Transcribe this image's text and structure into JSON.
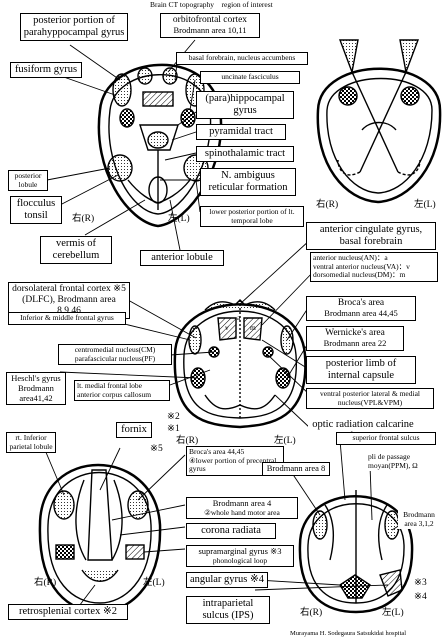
{
  "header": "Brain CT topography　region of interest",
  "footer": "Murayama H. Sodegaura Satsukidai hospital",
  "labels": {
    "parahippo_post": "posterior portion of parahyppocampal gyrus",
    "orbitofrontal": "orbitofrontal cortex",
    "orbitofrontal_ba": "Brodmann area 10,11",
    "fusiform": "fusiform gyrus",
    "basal_forebrain": "basal forebrain, nucleus accumbens",
    "uncinate": "uncinate fasciculus",
    "parahippo": "(para)hippocampal gyrus",
    "pyramidal": "pyramidal tract",
    "spinothalamic": "spinothalamic tract",
    "post_lobule": "posterior lobule",
    "n_ambiguus": "N. ambiguus reticular formation",
    "flocculus": "flocculus tonsil",
    "lower_post_temporal": "lower posterior portion of lt. temporal lobe",
    "vermis": "vermis of cerebellum",
    "ant_lobule": "anterior lobule",
    "ant_cingulate": "anterior cingulate gyrus, basal forebrain",
    "thal_nuclei_1": "anterior nucleus(AN)：a",
    "thal_nuclei_2": "ventral anterior nucleus(VA)：v",
    "thal_nuclei_3": "dorsomedial nucleus(DM)：m",
    "dlpfc": "dorsolateral frontal cortex ※5",
    "dlpfc_ba": "(DLFC),  Brodmann area 8,9,46",
    "inf_mid_frontal": "Inferior & middle frontal gyrus",
    "broca": "Broca's area",
    "broca_ba": "Brodmann area 44,45",
    "wernicke": "Wernicke's area",
    "wernicke_ba": "Brodmann area 22",
    "cm_pf": "centromedial nucleus(CM) parafascicular nucleus(PF)",
    "post_limb": "posterior limb of internal capsule",
    "heschl": "Heschl's gyrus",
    "heschl_ba": "Brodmann area41,42",
    "lt_medial_frontal": "lt. medial frontal lobe anterior corpus callosum",
    "vpl_vpm": "ventral posterior lateral & medial nucleus(VPL&VPM)",
    "optic_rad": "optic radiation calcarine fissure",
    "fornix": "fornix",
    "rt_inf_parietal": "rt. Inferior parietal lobule",
    "broca2": "Broca's area 44,45",
    "broca2_b": "④lower portion of precentral gyrus",
    "ba8": "Brodmann area 8",
    "sup_frontal": "superior frontal sulcus",
    "ba4": "Brodmann area 4",
    "ba4_b": "②whole hand motor area",
    "ppm": "pli de passage moyan(PPM), Ω",
    "ba312": "Brodmann area 3,1,2",
    "corona": "corona radiata",
    "supramarginal": "supramarginal gyrus ※3",
    "supramarginal_b": "phonological loop",
    "angular": "angular gyrus ※4",
    "ips": "intraparietal sulcus (IPS)",
    "retrosplenial": "retrosplenial cortex ※2"
  },
  "marks": {
    "right": "右(R)",
    "left": "左(L)",
    "m1": "※1",
    "m2": "※2",
    "m3": "※3",
    "m4": "※4",
    "m5": "※5",
    "a": "a",
    "v": "v",
    "m": "m"
  }
}
